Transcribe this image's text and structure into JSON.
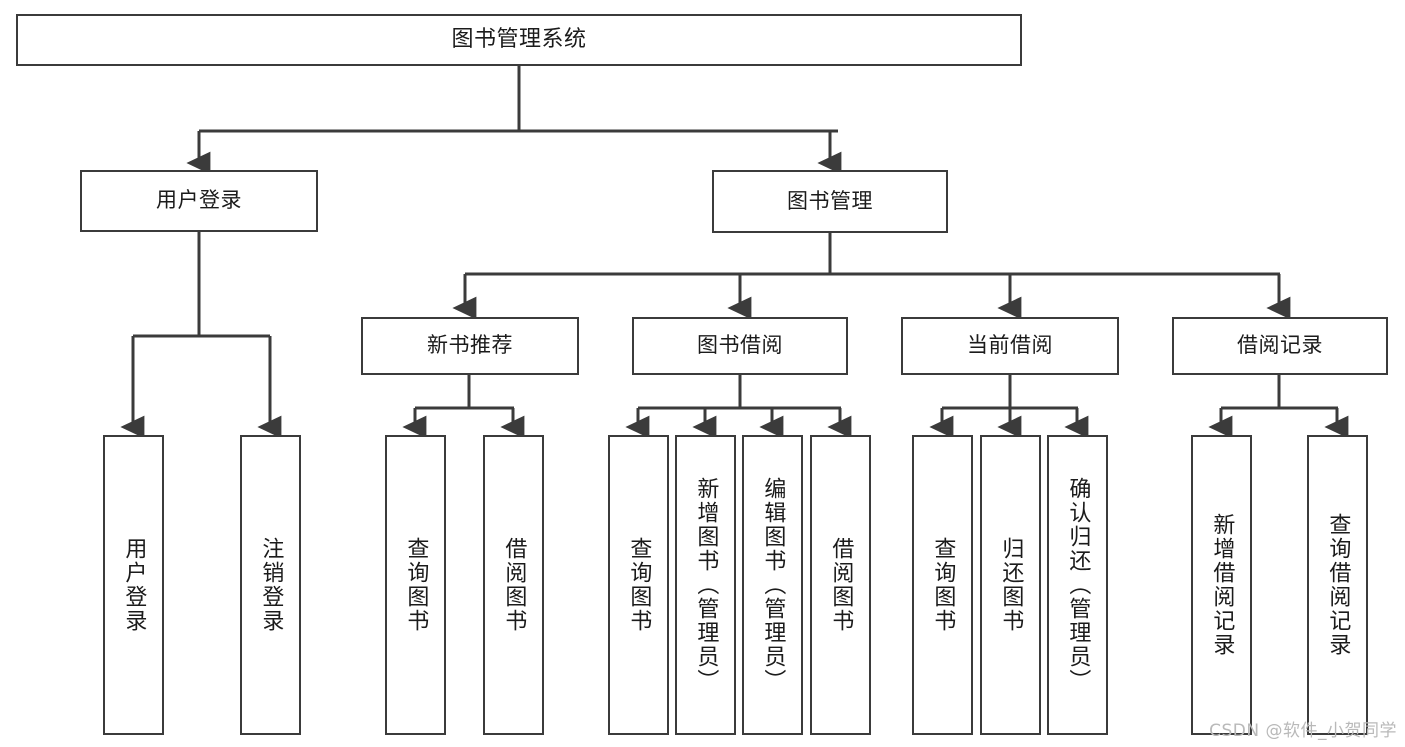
{
  "diagram": {
    "title": "图书管理系统",
    "type": "hierarchy-tree",
    "watermark": "CSDN @软件_小贺同学",
    "colors": {
      "box_border": "#3b3b3b",
      "box_fill": "#ffffff",
      "connector": "#3b3b3b",
      "text": "#1b1b1b",
      "watermark": "#b9b9b9"
    },
    "levels": {
      "level1": [
        "图书管理系统"
      ],
      "level2": [
        "用户登录",
        "图书管理"
      ],
      "level3": [
        "新书推荐",
        "图书借阅",
        "当前借阅",
        "借阅记录"
      ],
      "level4": [
        "用户登录",
        "注销登录",
        "查询图书",
        "借阅图书",
        "查询图书",
        "新增图书（管理员）",
        "编辑图书（管理员）",
        "借阅图书",
        "查询图书",
        "归还图书",
        "确认归还（管理员）",
        "新增借阅记录",
        "查询借阅记录"
      ]
    },
    "nodes": {
      "root": {
        "label": "图书管理系统"
      },
      "user_login": {
        "label": "用户登录"
      },
      "book_manage": {
        "label": "图书管理"
      },
      "new_book_rec": {
        "label": "新书推荐"
      },
      "book_borrow": {
        "label": "图书借阅"
      },
      "current_borrow": {
        "label": "当前借阅"
      },
      "borrow_record": {
        "label": "借阅记录"
      },
      "leaf_user_login": {
        "label": "用户登录"
      },
      "leaf_logout": {
        "label": "注销登录"
      },
      "leaf_query_book_a": {
        "label": "查询图书"
      },
      "leaf_borrow_book_a": {
        "label": "借阅图书"
      },
      "leaf_query_book_b": {
        "label": "查询图书"
      },
      "leaf_add_book": {
        "label": "新增图书（管理员）"
      },
      "leaf_edit_book": {
        "label": "编辑图书（管理员）"
      },
      "leaf_borrow_book_b": {
        "label": "借阅图书"
      },
      "leaf_query_book_c": {
        "label": "查询图书"
      },
      "leaf_return_book": {
        "label": "归还图书"
      },
      "leaf_confirm_return": {
        "label": "确认归还（管理员）"
      },
      "leaf_add_record": {
        "label": "新增借阅记录"
      },
      "leaf_query_record": {
        "label": "查询借阅记录"
      }
    },
    "edges": [
      {
        "from": "root",
        "to": "user_login"
      },
      {
        "from": "root",
        "to": "book_manage"
      },
      {
        "from": "user_login",
        "to": "leaf_user_login"
      },
      {
        "from": "user_login",
        "to": "leaf_logout"
      },
      {
        "from": "book_manage",
        "to": "new_book_rec"
      },
      {
        "from": "book_manage",
        "to": "book_borrow"
      },
      {
        "from": "book_manage",
        "to": "current_borrow"
      },
      {
        "from": "book_manage",
        "to": "borrow_record"
      },
      {
        "from": "new_book_rec",
        "to": "leaf_query_book_a"
      },
      {
        "from": "new_book_rec",
        "to": "leaf_borrow_book_a"
      },
      {
        "from": "book_borrow",
        "to": "leaf_query_book_b"
      },
      {
        "from": "book_borrow",
        "to": "leaf_add_book"
      },
      {
        "from": "book_borrow",
        "to": "leaf_edit_book"
      },
      {
        "from": "book_borrow",
        "to": "leaf_borrow_book_b"
      },
      {
        "from": "current_borrow",
        "to": "leaf_query_book_c"
      },
      {
        "from": "current_borrow",
        "to": "leaf_return_book"
      },
      {
        "from": "current_borrow",
        "to": "leaf_confirm_return"
      },
      {
        "from": "borrow_record",
        "to": "leaf_add_record"
      },
      {
        "from": "borrow_record",
        "to": "leaf_query_record"
      }
    ]
  }
}
